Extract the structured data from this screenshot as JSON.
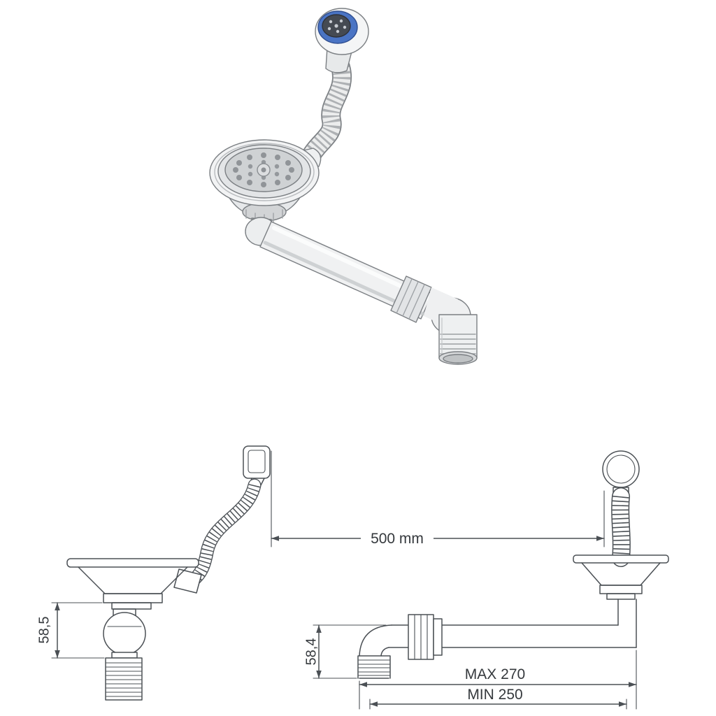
{
  "page": {
    "background": "#ffffff",
    "description_name": "sink-drain-kit-technical-illustration"
  },
  "dimensions": {
    "span_label": "500 mm",
    "left_height_label": "58,5",
    "right_height_label": "58,4",
    "max_length_label": "MAX 270",
    "min_length_label": "MIN 250"
  },
  "colors": {
    "line_art": "#4b5055",
    "text": "#35393d",
    "metal_outline": "#7b7f83",
    "metal_light": "#f2f3f4",
    "metal_mid": "#d8dadc",
    "metal_shadow": "#aeb1b4",
    "overflow_cap_blue": "#4a74c4",
    "overflow_cap_dark_ring": "#2e4d8f",
    "overflow_face": "#454a52"
  }
}
